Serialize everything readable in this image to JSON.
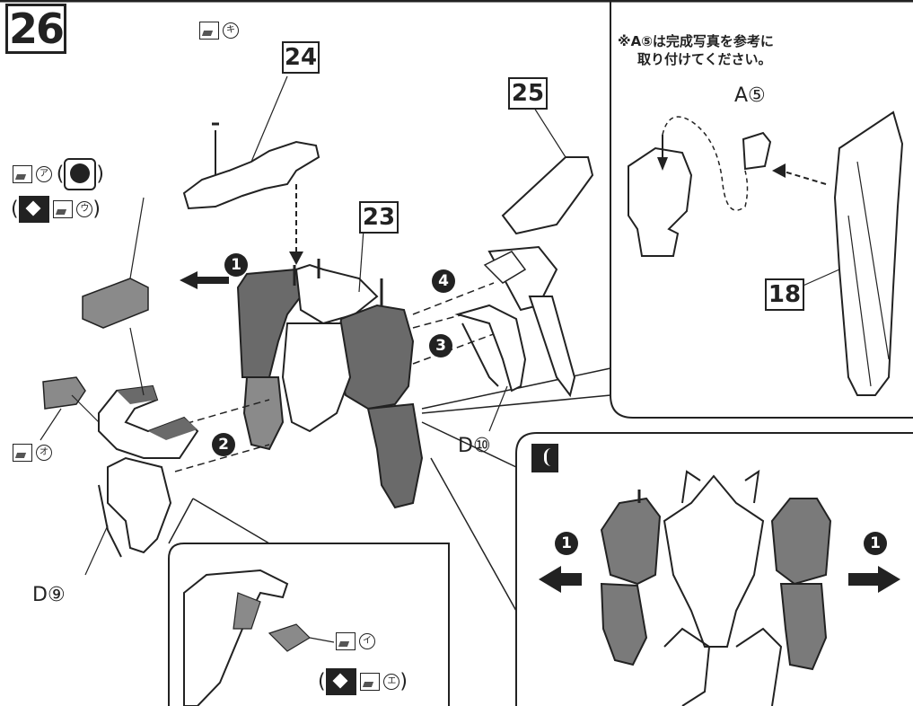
{
  "step": "26",
  "parts": {
    "p24": "24",
    "p23": "23",
    "p25": "25",
    "p18": "18"
  },
  "note_lines": [
    "※A⑤は完成写真を参考に",
    "取り付けてください。"
  ],
  "labels": {
    "a5": "A⑤",
    "d10": "D⑩",
    "d9": "D⑨"
  },
  "step_markers": {
    "s1": "1",
    "s2": "2",
    "s3": "3",
    "s4": "4"
  },
  "seals": {
    "top": "キ",
    "left_top": "ア",
    "left_second": "ウ",
    "left_bottom": "オ",
    "inset_a": "イ",
    "inset_b": "エ"
  },
  "brackets": {
    "open": "(",
    "close": ")"
  },
  "inset_corner_icon": "figure-pose-icon"
}
